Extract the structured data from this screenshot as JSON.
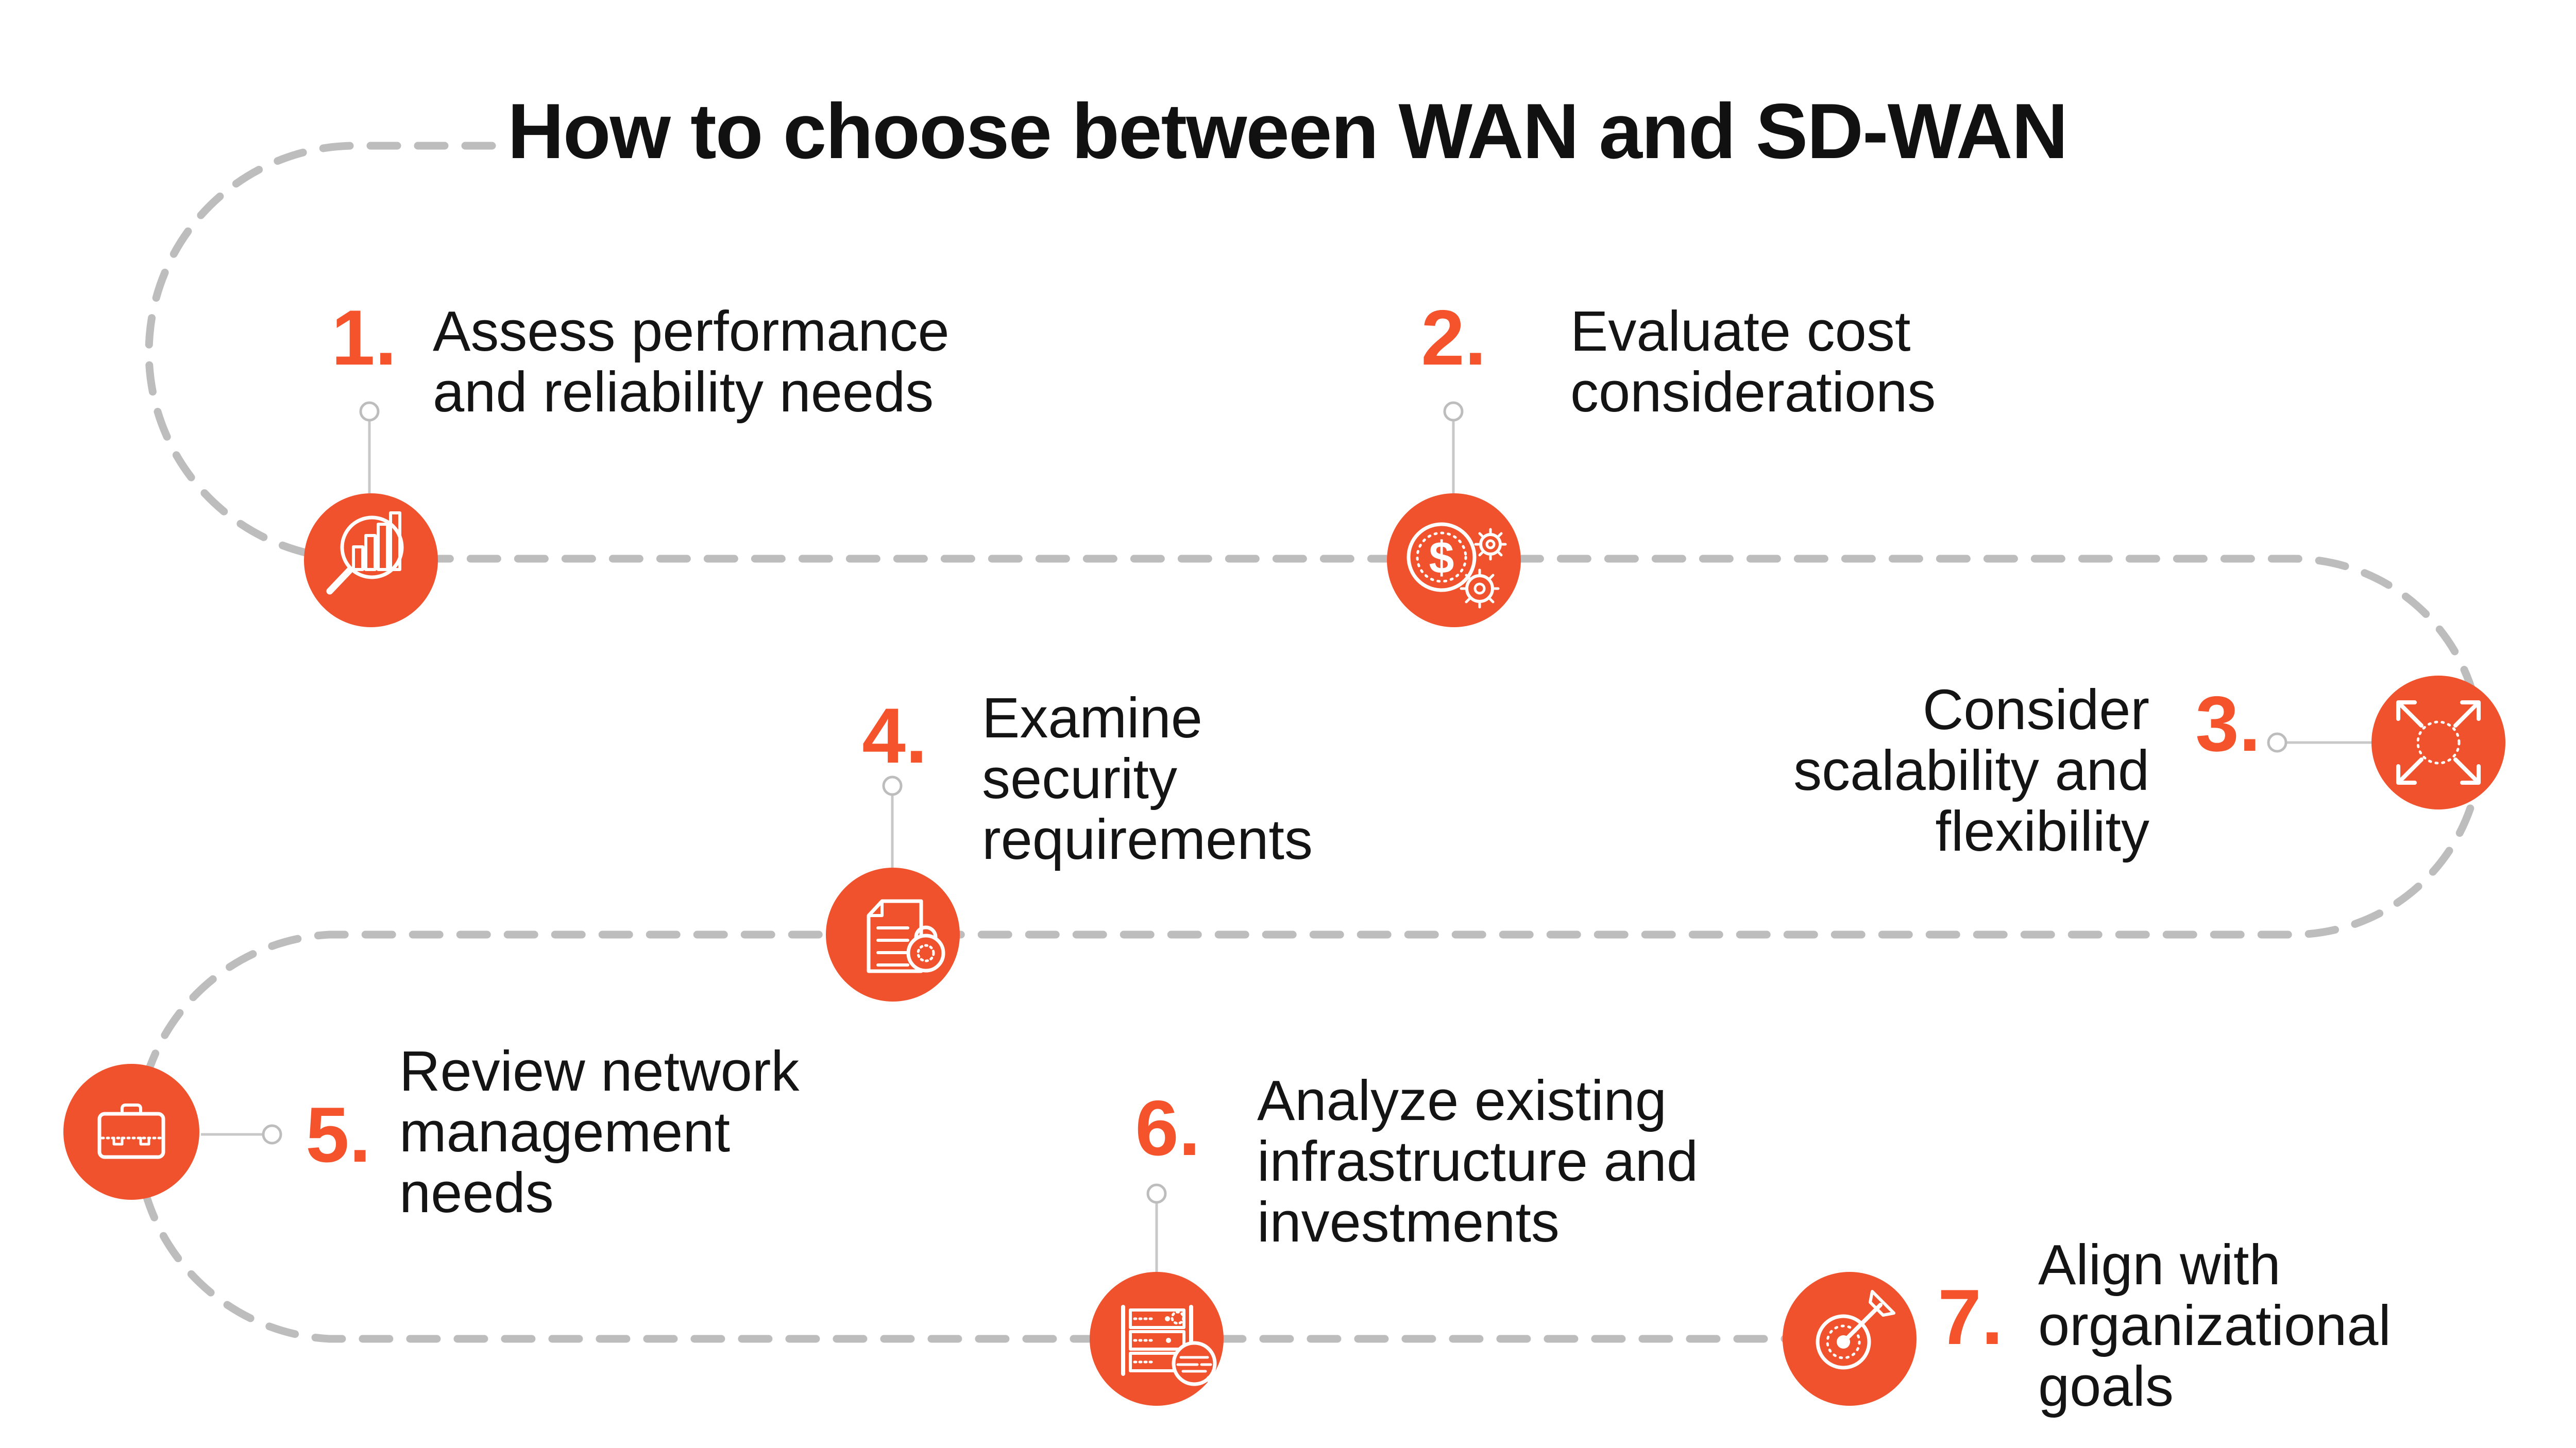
{
  "title": "How to choose between WAN and SD-WAN",
  "colors": {
    "accent_orange": "#F0522D",
    "number_orange": "#F4532C",
    "path_gray": "#BDBDBD",
    "connector_gray": "#C8C8C8",
    "text_black": "#141414",
    "icon_stroke": "#FFFFFF",
    "background": "#FFFFFF"
  },
  "icon_symbols": {
    "dollar": "$"
  },
  "steps": [
    {
      "number": "1.",
      "icon": "magnifier-bar-chart-icon",
      "lines": [
        "Assess performance",
        "and reliability needs"
      ]
    },
    {
      "number": "2.",
      "icon": "dollar-coin-gears-icon",
      "lines": [
        "Evaluate cost",
        "considerations"
      ]
    },
    {
      "number": "3.",
      "icon": "expand-arrows-icon",
      "lines": [
        "Consider",
        "scalability and",
        "flexibility"
      ]
    },
    {
      "number": "4.",
      "icon": "secure-document-lock-icon",
      "lines": [
        "Examine",
        "security",
        "requirements"
      ]
    },
    {
      "number": "5.",
      "icon": "briefcase-icon",
      "lines": [
        "Review network",
        "management",
        "needs"
      ]
    },
    {
      "number": "6.",
      "icon": "server-magnifier-icon",
      "lines": [
        "Analyze existing",
        "infrastructure and",
        "investments"
      ]
    },
    {
      "number": "7.",
      "icon": "target-dart-icon",
      "lines": [
        "Align with",
        "organizational",
        "goals"
      ]
    }
  ]
}
